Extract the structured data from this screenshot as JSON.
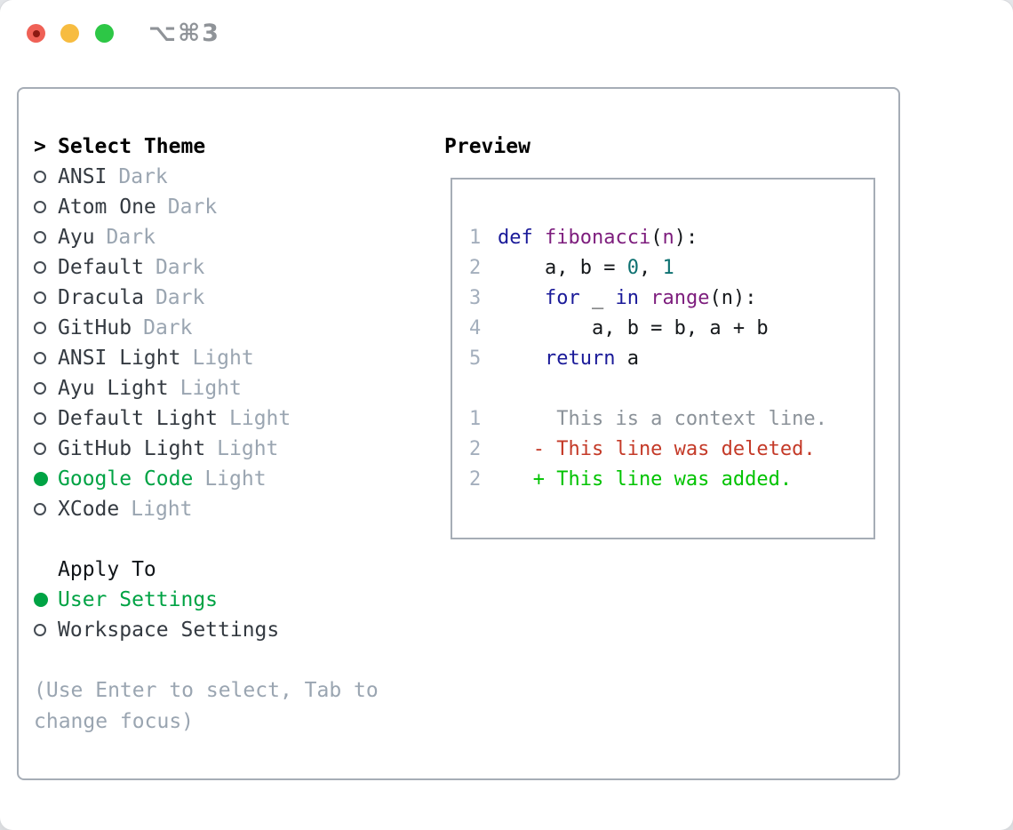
{
  "window": {
    "title": "⌥⌘3",
    "traffic_lights": {
      "close": "close-button",
      "minimize": "minimize-button",
      "zoom": "zoom-button"
    }
  },
  "theme_panel": {
    "header": {
      "prompt": ">",
      "label": "Select Theme"
    },
    "items": [
      {
        "name": "ANSI",
        "variant": "Dark",
        "selected": false
      },
      {
        "name": "Atom One",
        "variant": "Dark",
        "selected": false
      },
      {
        "name": "Ayu",
        "variant": "Dark",
        "selected": false
      },
      {
        "name": "Default",
        "variant": "Dark",
        "selected": false
      },
      {
        "name": "Dracula",
        "variant": "Dark",
        "selected": false
      },
      {
        "name": "GitHub",
        "variant": "Dark",
        "selected": false
      },
      {
        "name": "ANSI Light",
        "variant": "Light",
        "selected": false
      },
      {
        "name": "Ayu Light",
        "variant": "Light",
        "selected": false
      },
      {
        "name": "Default Light",
        "variant": "Light",
        "selected": false
      },
      {
        "name": "GitHub Light",
        "variant": "Light",
        "selected": false
      },
      {
        "name": "Google Code",
        "variant": "Light",
        "selected": true
      },
      {
        "name": "XCode",
        "variant": "Light",
        "selected": false
      }
    ],
    "apply_to": {
      "label": "Apply To",
      "options": [
        {
          "label": "User Settings",
          "selected": true
        },
        {
          "label": "Workspace Settings",
          "selected": false
        }
      ]
    },
    "hint": "(Use Enter to select, Tab to change focus)"
  },
  "preview": {
    "label": "Preview",
    "code_lines": [
      {
        "num": "1",
        "segments": [
          {
            "t": "def ",
            "c": "kw"
          },
          {
            "t": "fibonacci",
            "c": "fn"
          },
          {
            "t": "(",
            "c": "pl"
          },
          {
            "t": "n",
            "c": "fn"
          },
          {
            "t": "):",
            "c": "pl"
          }
        ]
      },
      {
        "num": "2",
        "segments": [
          {
            "t": "    a, b = ",
            "c": "pl"
          },
          {
            "t": "0",
            "c": "nm"
          },
          {
            "t": ", ",
            "c": "pl"
          },
          {
            "t": "1",
            "c": "nm"
          }
        ]
      },
      {
        "num": "3",
        "segments": [
          {
            "t": "    ",
            "c": "pl"
          },
          {
            "t": "for",
            "c": "kw"
          },
          {
            "t": " _ ",
            "c": "pl"
          },
          {
            "t": "in",
            "c": "kw"
          },
          {
            "t": " ",
            "c": "pl"
          },
          {
            "t": "range",
            "c": "fn"
          },
          {
            "t": "(n):",
            "c": "pl"
          }
        ]
      },
      {
        "num": "4",
        "segments": [
          {
            "t": "        a, b = b, a + b",
            "c": "pl"
          }
        ]
      },
      {
        "num": "5",
        "segments": [
          {
            "t": "    ",
            "c": "pl"
          },
          {
            "t": "return",
            "c": "kw"
          },
          {
            "t": " a",
            "c": "pl"
          }
        ]
      },
      {
        "num": "",
        "segments": []
      }
    ],
    "diff_lines": [
      {
        "num": "1",
        "content": "     This is a context line.",
        "type": "context"
      },
      {
        "num": "2",
        "content": "   - This line was deleted.",
        "type": "deleted"
      },
      {
        "num": "2",
        "content": "   + This line was added.",
        "type": "added"
      }
    ]
  },
  "colors": {
    "accent_green": "#00a344",
    "added_green": "#00c300",
    "deleted_red": "#c43a28",
    "keyword_blue": "#1a1a99",
    "function_purple": "#7d1d7d",
    "number_teal": "#0d7171",
    "muted_gray": "#9aa5b1",
    "border_gray": "#a6adb6",
    "traffic_red": "#ef6156",
    "traffic_yellow": "#f7bc40",
    "traffic_green": "#2dc746"
  }
}
